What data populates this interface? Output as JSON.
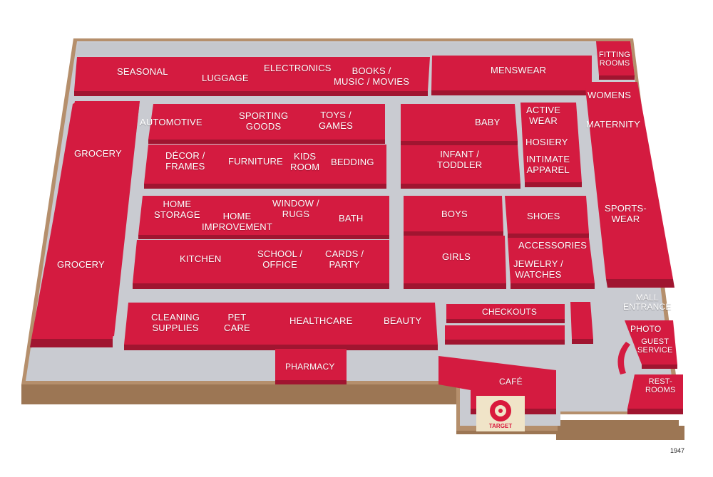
{
  "map": {
    "colors": {
      "floor": "#c9cbd1",
      "wall": "#b08a68",
      "dept": "#d41b40",
      "dept_side": "#a01530",
      "logo_bg": "#f0e4c8"
    },
    "labels": {
      "seasonal": "SEASONAL",
      "luggage": "LUGGAGE",
      "electronics": "ELECTRONICS",
      "books": "BOOKS /\nMUSIC / MOVIES",
      "menswear": "MENSWEAR",
      "fitting_rooms": "FITTING\nROOMS",
      "womens": "WOMENS",
      "maternity": "MATERNITY",
      "grocery_1": "GROCERY",
      "grocery_2": "GROCERY",
      "automotive": "AUTOMOTIVE",
      "sporting_goods": "SPORTING\nGOODS",
      "toys_games": "TOYS /\nGAMES",
      "decor_frames": "DÉCOR /\nFRAMES",
      "furniture": "FURNITURE",
      "kids_room": "KIDS\nROOM",
      "bedding": "BEDDING",
      "baby": "BABY",
      "active_wear": "ACTIVE\nWEAR",
      "hosiery": "HOSIERY",
      "infant_toddler": "INFANT /\nTODDLER",
      "intimate_apparel": "INTIMATE\nAPPAREL",
      "home_storage": "HOME\nSTORAGE",
      "home_improvement": "HOME\nIMPROVEMENT",
      "window_rugs": "WINDOW /\nRUGS",
      "bath": "BATH",
      "boys": "BOYS",
      "shoes": "SHOES",
      "sportswear": "SPORTS-\nWEAR",
      "kitchen": "KITCHEN",
      "school_office": "SCHOOL /\nOFFICE",
      "cards_party": "CARDS /\nPARTY",
      "girls": "GIRLS",
      "accessories": "ACCESSORIES",
      "jewelry_watches": "JEWELRY /\nWATCHES",
      "cleaning_supplies": "CLEANING\nSUPPLIES",
      "pet_care": "PET\nCARE",
      "healthcare": "HEALTHCARE",
      "beauty": "BEAUTY",
      "checkouts": "CHECKOUTS",
      "mall_entrance": "MALL\nENTRANCE",
      "photo": "PHOTO",
      "guest_service": "GUEST\nSERVICE",
      "pharmacy": "PHARMACY",
      "cafe": "CAFÉ",
      "restrooms": "REST-\nROOMS"
    },
    "logo_word": "TARGET",
    "map_code": "1947"
  }
}
